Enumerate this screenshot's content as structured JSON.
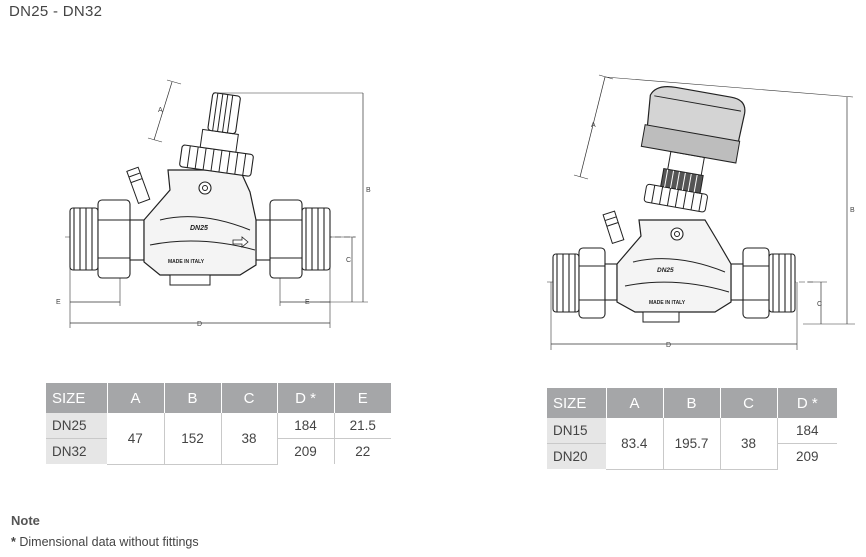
{
  "title": "DN25 - DN32",
  "left_drawing": {
    "label_a": "A",
    "label_b": "B",
    "label_c": "C",
    "label_d": "D",
    "label_e": "E",
    "body_mark": "DN25",
    "made_in": "MADE IN ITALY"
  },
  "right_drawing": {
    "label_a": "A",
    "label_b": "B",
    "label_c": "C",
    "label_d": "D",
    "body_mark": "DN25",
    "made_in": "MADE IN ITALY"
  },
  "table_left": {
    "headers": [
      "SIZE",
      "A",
      "B",
      "C",
      "D *",
      "E"
    ],
    "rows": [
      {
        "size": "DN25",
        "a": "47",
        "b": "152",
        "c": "38",
        "d": "184",
        "e": "21.5"
      },
      {
        "size": "DN32",
        "d": "209",
        "e": "22"
      }
    ]
  },
  "table_right": {
    "headers": [
      "SIZE",
      "A",
      "B",
      "C",
      "D *"
    ],
    "rows": [
      {
        "size": "DN15",
        "a": "83.4",
        "b": "195.7",
        "c": "38",
        "d": "184"
      },
      {
        "size": "DN20",
        "d": "209"
      }
    ]
  },
  "note": {
    "heading": "Note",
    "asterisk": "*",
    "text": "Dimensional data without fittings"
  }
}
